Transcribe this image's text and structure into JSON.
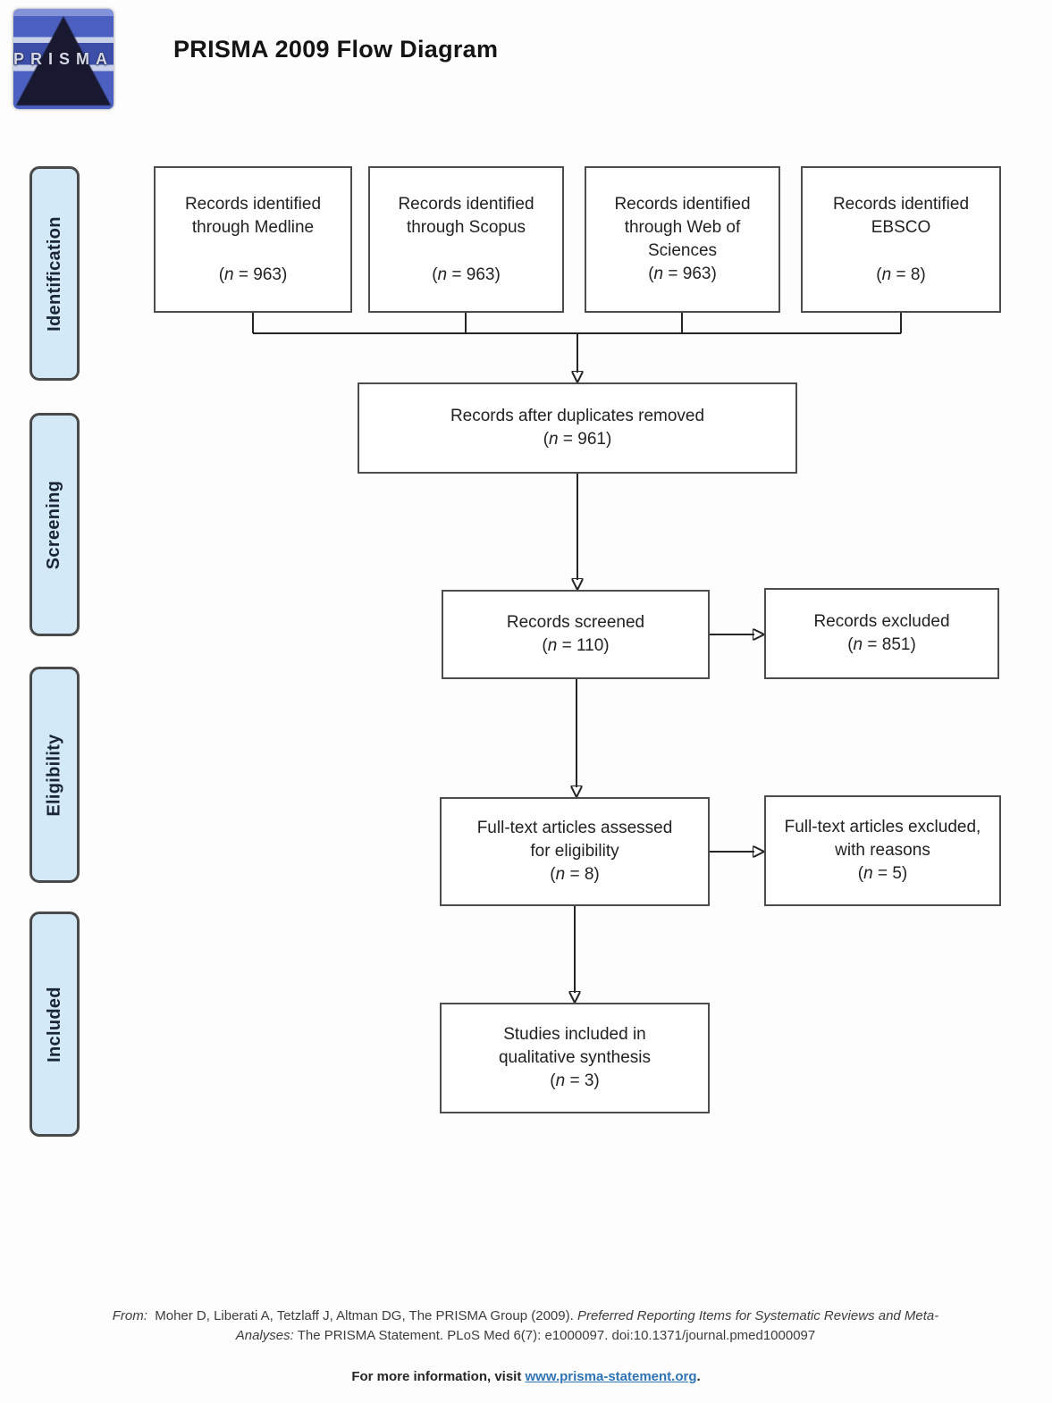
{
  "header": {
    "logo_text": "PRISMA",
    "title": "PRISMA 2009 Flow Diagram"
  },
  "sidebar": {
    "stages": [
      {
        "label": "Identification"
      },
      {
        "label": "Screening"
      },
      {
        "label": "Eligibility"
      },
      {
        "label": "Included"
      }
    ]
  },
  "flow": {
    "nodes": {
      "medline": {
        "lines": [
          "Records identified",
          "through Medline"
        ],
        "count": "(n = 963)"
      },
      "scopus": {
        "lines": [
          "Records identified",
          "through Scopus"
        ],
        "count": "(n = 963)"
      },
      "web_of_sciences": {
        "lines": [
          "Records identified",
          "through Web of",
          "Sciences"
        ],
        "count": "(n = 963)"
      },
      "ebsco": {
        "lines": [
          "Records identified",
          "EBSCO"
        ],
        "count": "(n = 8)"
      },
      "duplicates_removed": {
        "lines": [
          "Records after duplicates removed"
        ],
        "count": "(n = 961)"
      },
      "screened": {
        "lines": [
          "Records screened"
        ],
        "count": "(n = 110)"
      },
      "excluded": {
        "lines": [
          "Records excluded"
        ],
        "count": "(n = 851)"
      },
      "fulltext_assessed": {
        "lines": [
          "Full-text articles assessed",
          "for eligibility"
        ],
        "count": "(n = 8)"
      },
      "fulltext_excluded": {
        "lines": [
          "Full-text articles excluded,",
          "with reasons"
        ],
        "count": "(n = 5)"
      },
      "qualitative_included": {
        "lines": [
          "Studies included in",
          "qualitative synthesis"
        ],
        "count": "(n = 3)"
      }
    }
  },
  "footer": {
    "citation": {
      "from_label": "From:",
      "authors": "Moher D, Liberati A, Tetzlaff J, Altman DG, The PRISMA Group (2009).",
      "title_part1": "Preferred Reporting Items for Systematic Reviews and Meta-",
      "title_part2": "Analyses:",
      "rest": "The PRISMA Statement. PLoS Med 6(7): e1000097. doi:10.1371/journal.pmed1000097"
    },
    "info_text": "For more information, visit",
    "info_link": "www.prisma-statement.org",
    "info_period": "."
  },
  "colors": {
    "sidebar_fill": "#d3e9f8",
    "stage_border": "#4a4a4a",
    "box_border": "#4d4d4d",
    "link": "#2e74b5"
  }
}
